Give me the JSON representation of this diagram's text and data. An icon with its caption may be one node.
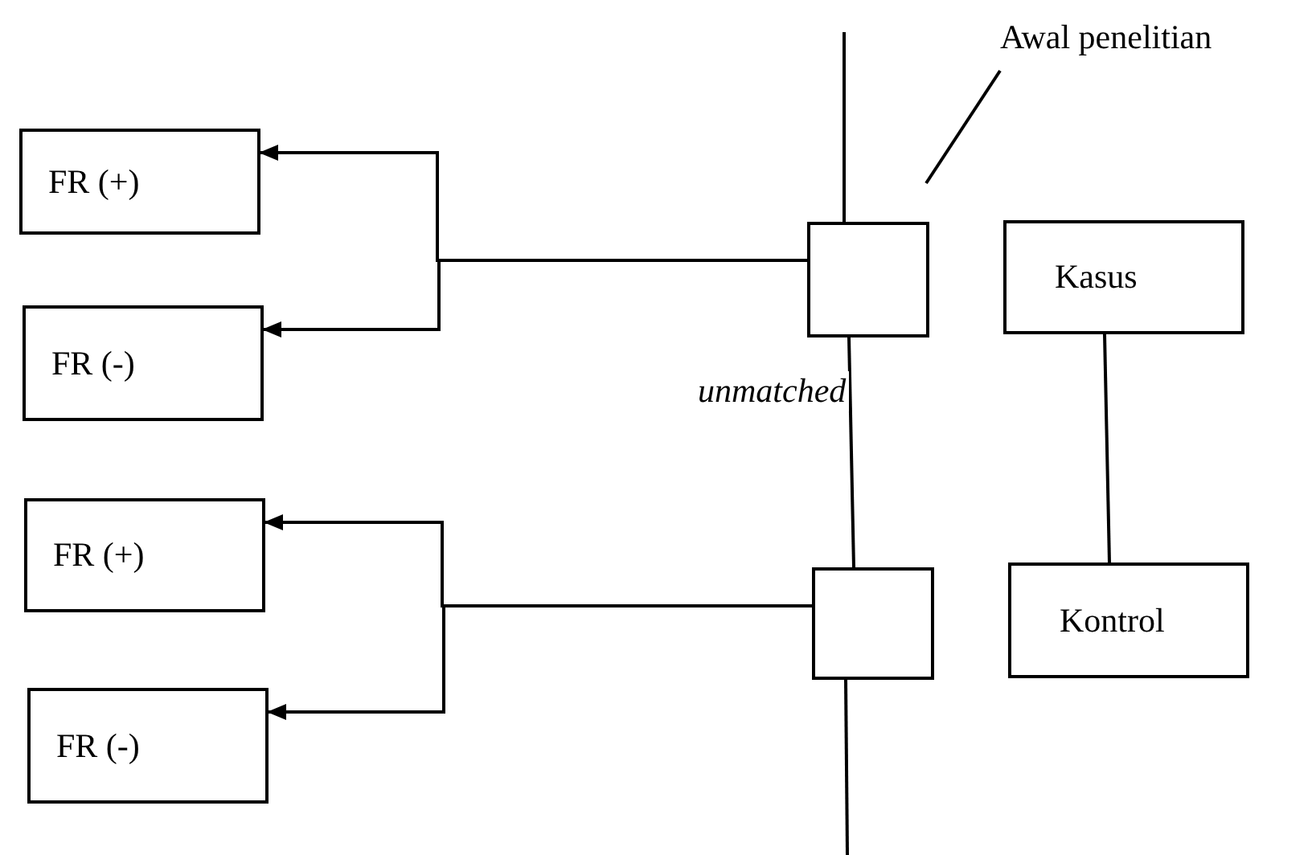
{
  "diagram": {
    "nodes": [
      {
        "text": [
          "FR (+)"
        ]
      },
      {
        "text": [
          "FR (-)"
        ]
      },
      {
        "text": [
          "FR (+)"
        ]
      },
      {
        "text": [
          "FR (-)"
        ]
      },
      {
        "text": [],
        "shape": "box"
      },
      {
        "text": [],
        "shape": "box"
      },
      {
        "text": [
          "Kasus"
        ]
      },
      {
        "text": [
          "Kontrol"
        ]
      },
      {
        "text": [
          "Awal penelitian"
        ]
      }
    ],
    "edges": [
      {
        "from": 4,
        "to": 0,
        "arrow": "to"
      },
      {
        "from": 4,
        "to": 1,
        "arrow": "to"
      },
      {
        "from": 5,
        "to": 2,
        "arrow": "to"
      },
      {
        "from": 5,
        "to": 3,
        "arrow": "to"
      },
      {
        "from": 4,
        "to": 5,
        "arrow": "none"
      },
      {
        "from": 6,
        "to": 7,
        "arrow": "none"
      },
      {
        "from": 8,
        "to": null,
        "arrow": "none"
      }
    ],
    "labels": [
      "unmatched"
    ]
  }
}
